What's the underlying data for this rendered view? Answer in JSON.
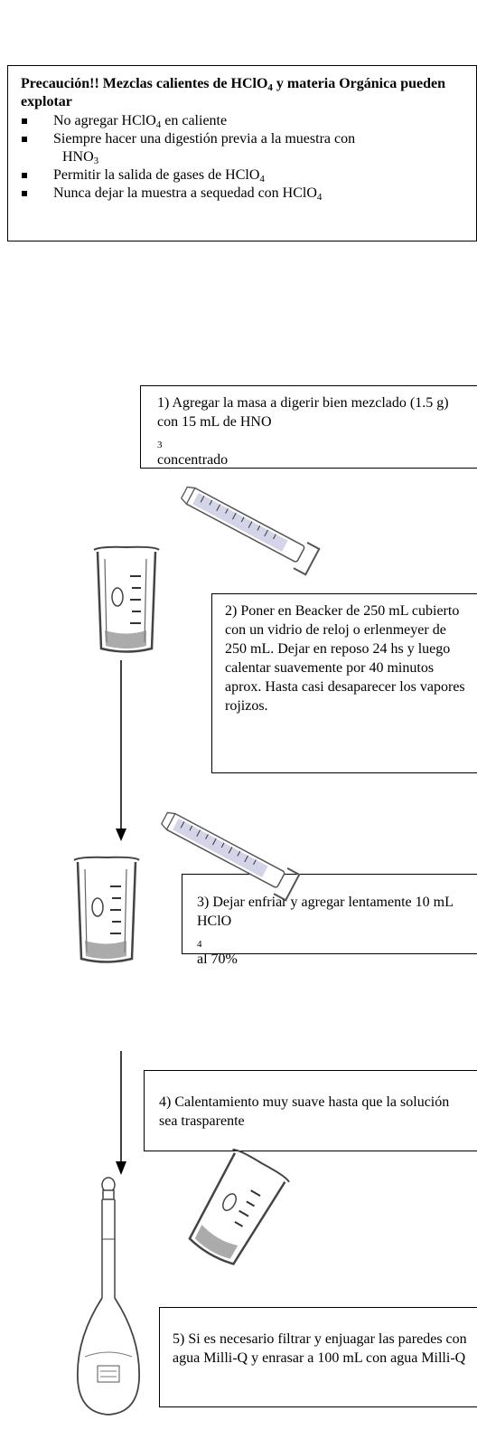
{
  "warning": {
    "title": [
      "Precaución!! Mezclas calientes de HClO",
      "4",
      " y materia Orgánica pueden explotar"
    ],
    "items": [
      [
        "No agregar HClO",
        "4",
        " en caliente"
      ],
      [
        "Siempre hacer una digestión previa a la muestra con",
        "HNO",
        "3"
      ],
      [
        "Permitir la salida de gases de HClO",
        "4",
        ""
      ],
      [
        "Nunca dejar la muestra a sequedad con HClO",
        "4",
        ""
      ]
    ]
  },
  "steps": {
    "s1": [
      "1) Agregar la masa a digerir bien mezclado (1.5 g) con  15 mL de HNO",
      "3",
      " concentrado"
    ],
    "s2": "2) Poner en Beacker de 250 mL cubierto con un vidrio de reloj  o erlenmeyer de 250 mL.  Dejar en reposo 24 hs y luego calentar suavemente por 40 minutos aprox. Hasta casi desaparecer los vapores rojizos.",
    "s3": [
      "3) Dejar enfriar y agregar lentamente 10 mL HClO",
      "4",
      " al 70%"
    ],
    "s4": "4) Calentamiento muy suave hasta que la solución sea trasparente",
    "s5": "5) Si es necesario filtrar y enjuagar las paredes con agua Milli-Q y enrasar a 100 mL con agua Milli-Q"
  },
  "icons": [
    "graduated-cylinder-icon",
    "beaker-icon",
    "volumetric-flask-icon",
    "down-arrow-icon"
  ]
}
